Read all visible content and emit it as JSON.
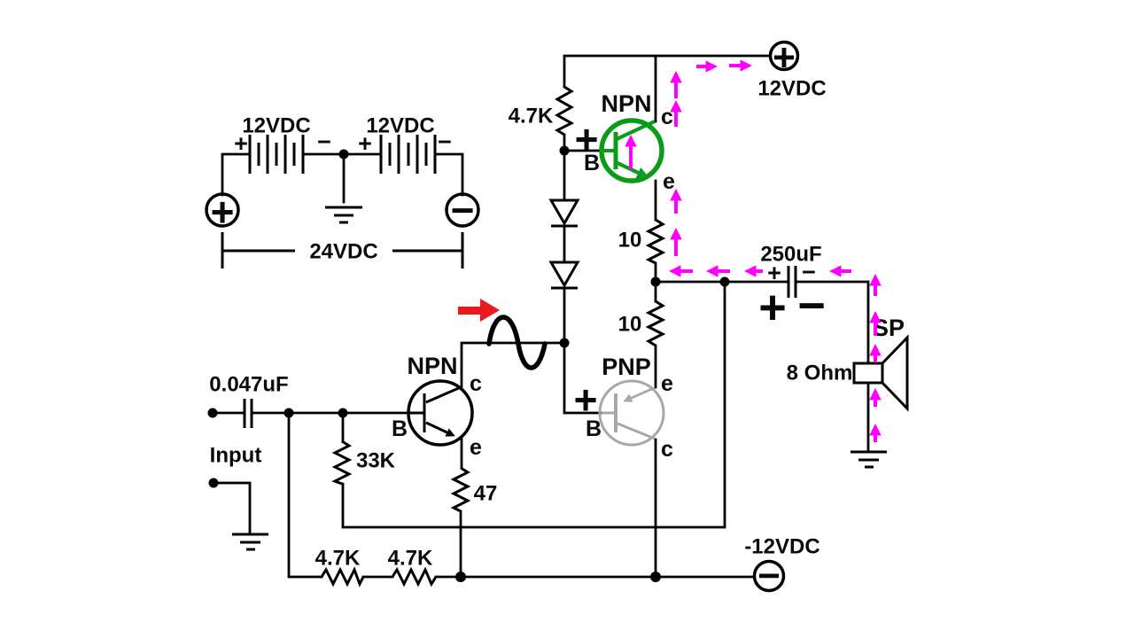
{
  "colors": {
    "wire": "#000000",
    "highlight_green": "#089c18",
    "pnp_gray": "#a8a8a8",
    "flow_magenta": "#ff00ff",
    "signal_red": "#e8191f",
    "background": "#ffffff"
  },
  "battery_bank": {
    "battery1": {
      "value": "12VDC",
      "plus": "+",
      "minus": "−"
    },
    "battery2": {
      "value": "12VDC",
      "plus": "+",
      "minus": "−"
    },
    "total": "24VDC",
    "positive_terminal": "+",
    "negative_terminal": "−"
  },
  "rails": {
    "positive": {
      "label": "12VDC",
      "terminal": "+"
    },
    "negative": {
      "label": "-12VDC",
      "terminal": "−"
    }
  },
  "bias": {
    "resistor": "4.7K",
    "npn_base_plus": "+",
    "pnp_base_plus": "+"
  },
  "transistors": {
    "output_npn": {
      "type": "NPN",
      "c": "c",
      "b": "B",
      "e": "e"
    },
    "driver_npn": {
      "type": "NPN",
      "c": "c",
      "b": "B",
      "e": "e"
    },
    "output_pnp": {
      "type": "PNP",
      "e": "e",
      "b": "B",
      "c": "c"
    }
  },
  "resistors": {
    "emitter_top": "10",
    "emitter_bottom": "10",
    "input_bias": "33K",
    "driver_emitter": "47",
    "tail_1": "4.7K",
    "tail_2": "4.7K"
  },
  "input": {
    "cap": "0.047uF",
    "label": "Input"
  },
  "output": {
    "cap": "250uF",
    "cap_plus": "+",
    "cap_minus": "−",
    "polarity_plus": "+",
    "polarity_minus": "−",
    "speaker_label": "SP",
    "speaker_impedance": "8 Ohm"
  }
}
